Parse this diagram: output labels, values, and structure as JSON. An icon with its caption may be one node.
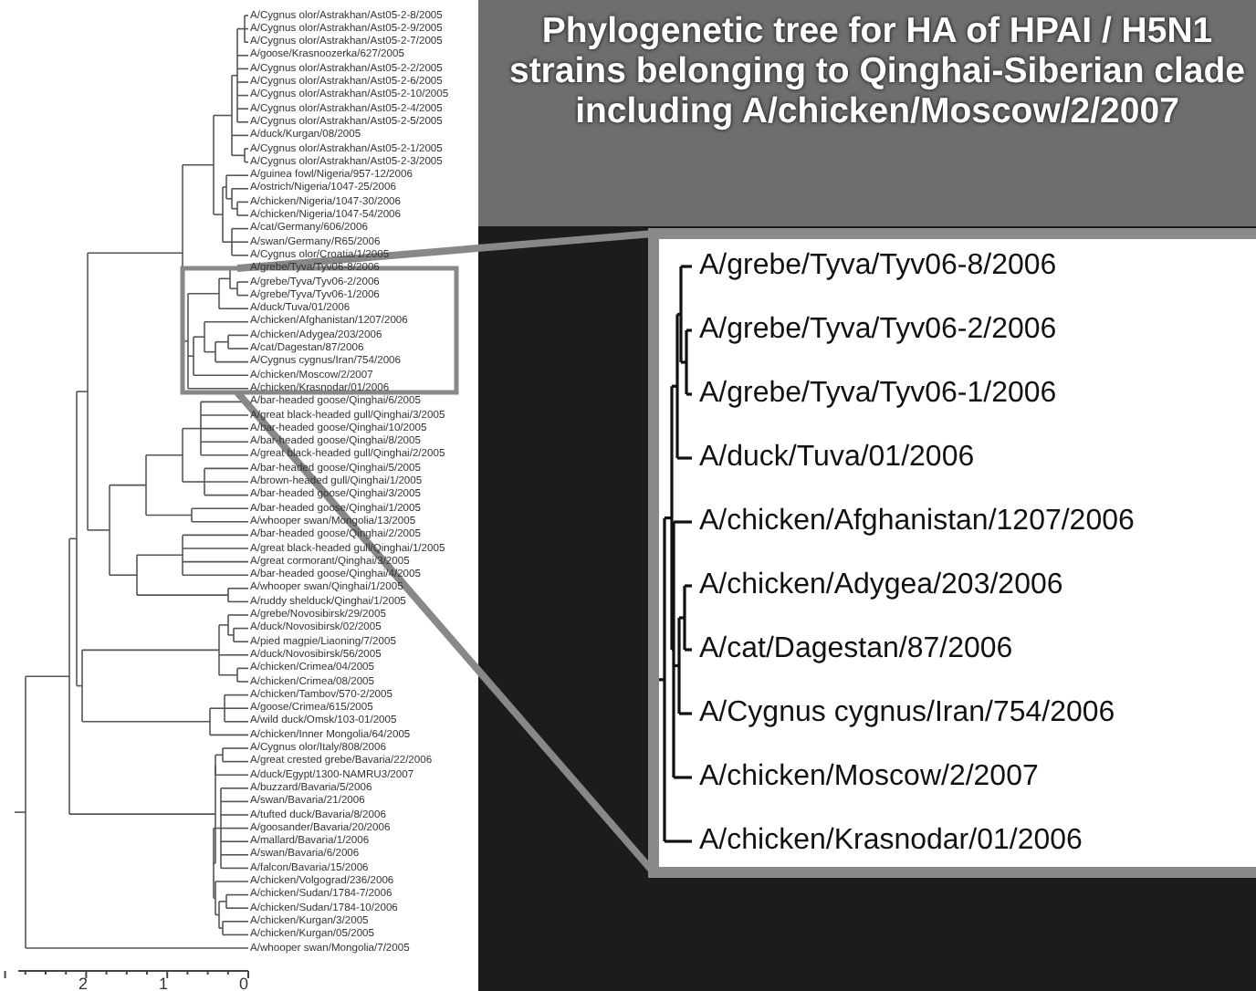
{
  "diagram": {
    "title": "Phylogenetic tree for HA of HPAI / H5N1 strains belonging to Qinghai-Siberian clade including A/chicken/Moscow/2/2007",
    "labels": [
      "A/Cygnus olor/Astrakhan/Ast05-2-8/2005",
      "A/Cygnus olor/Astrakhan/Ast05-2-9/2005",
      "A/Cygnus olor/Astrakhan/Ast05-2-7/2005",
      "A/goose/Krasnoozerka/627/2005",
      "A/Cygnus olor/Astrakhan/Ast05-2-2/2005",
      "A/Cygnus olor/Astrakhan/Ast05-2-6/2005",
      "A/Cygnus olor/Astrakhan/Ast05-2-10/2005",
      "A/Cygnus olor/Astrakhan/Ast05-2-4/2005",
      "A/Cygnus olor/Astrakhan/Ast05-2-5/2005",
      "A/duck/Kurgan/08/2005",
      "A/Cygnus olor/Astrakhan/Ast05-2-1/2005",
      "A/Cygnus olor/Astrakhan/Ast05-2-3/2005",
      "A/guinea fowl/Nigeria/957-12/2006",
      "A/ostrich/Nigeria/1047-25/2006",
      "A/chicken/Nigeria/1047-30/2006",
      "A/chicken/Nigeria/1047-54/2006",
      "A/cat/Germany/606/2006",
      "A/swan/Germany/R65/2006",
      "A/Cygnus olor/Croatia/1/2005",
      "A/grebe/Tyva/Tyv06-8/2006",
      "A/grebe/Tyva/Tyv06-2/2006",
      "A/grebe/Tyva/Tyv06-1/2006",
      "A/duck/Tuva/01/2006",
      "A/chicken/Afghanistan/1207/2006",
      "A/chicken/Adygea/203/2006",
      "A/cat/Dagestan/87/2006",
      "A/Cygnus cygnus/Iran/754/2006",
      "A/chicken/Moscow/2/2007",
      "A/chicken/Krasnodar/01/2006",
      "A/bar-headed goose/Qinghai/6/2005",
      "A/great black-headed gull/Qinghai/3/2005",
      "A/bar-headed goose/Qinghai/10/2005",
      "A/bar-headed goose/Qinghai/8/2005",
      "A/great black-headed gull/Qinghai/2/2005",
      "A/bar-headed goose/Qinghai/5/2005",
      "A/brown-headed gull/Qinghai/1/2005",
      "A/bar-headed goose/Qinghai/3/2005",
      "A/bar-headed goose/Qinghai/1/2005",
      "A/whooper swan/Mongolia/13/2005",
      "A/bar-headed goose/Qinghai/2/2005",
      "A/great black-headed gull/Qinghai/1/2005",
      "A/great cormorant/Qinghai/3/2005",
      "A/bar-headed goose/Qinghai/4/2005",
      "A/whooper swan/Qinghai/1/2005",
      "A/ruddy shelduck/Qinghai/1/2005",
      "A/grebe/Novosibirsk/29/2005",
      "A/duck/Novosibirsk/02/2005",
      "A/pied magpie/Liaoning/7/2005",
      "A/duck/Novosibirsk/56/2005",
      "A/chicken/Crimea/04/2005",
      "A/chicken/Crimea/08/2005",
      "A/chicken/Tambov/570-2/2005",
      "A/goose/Crimea/615/2005",
      "A/wild duck/Omsk/103-01/2005",
      "A/chicken/Inner Mongolia/64/2005",
      "A/Cygnus olor/Italy/808/2006",
      "A/great crested grebe/Bavaria/22/2006",
      "A/duck/Egypt/1300-NAMRU3/2007",
      "A/buzzard/Bavaria/5/2006",
      "A/swan/Bavaria/21/2006",
      "A/tufted duck/Bavaria/8/2006",
      "A/goosander/Bavaria/20/2006",
      "A/mallard/Bavaria/1/2006",
      "A/swan/Bavaria/6/2006",
      "A/falcon/Bavaria/15/2006",
      "A/chicken/Volgograd/236/2006",
      "A/chicken/Sudan/1784-7/2006",
      "A/chicken/Sudan/1784-10/2006",
      "A/chicken/Kurgan/3/2005",
      "A/chicken/Kurgan/05/2005",
      "A/whooper swan/Mongolia/7/2005",
      "A/grebe/Tyva/Tyv06-8/2006",
      "A/grebe/Tyva/Tyv06-2/2006",
      "A/grebe/Tyva/Tyv06-1/2006",
      "A/duck/Tuva/01/2006",
      "A/chicken/Afghanistan/1207/2006",
      "A/chicken/Adygea/203/2006",
      "A/cat/Dagestan/87/2006",
      "A/Cygnus cygnus/Iran/754/2006",
      "A/chicken/Moscow/2/2007",
      "A/chicken/Krasnodar/01/2006",
      "2",
      "1",
      "0"
    ]
  }
}
